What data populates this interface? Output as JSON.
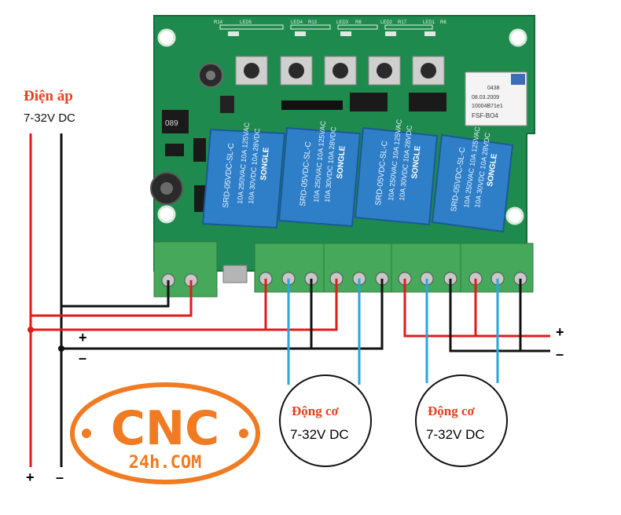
{
  "supply": {
    "title": "Điện áp",
    "range": "7-32V DC",
    "plus_label": "+",
    "minus_label": "–"
  },
  "bus": {
    "plus_label": "+",
    "minus_label": "–"
  },
  "output": {
    "plus_label": "+",
    "minus_label": "–"
  },
  "motors": [
    {
      "title": "Động cơ",
      "range": "7-32V DC"
    },
    {
      "title": "Động cơ",
      "range": "7-32V DC"
    }
  ],
  "board": {
    "relay_text": [
      "SONGLE",
      "SRD-05VDC-SL-C",
      "10A 250VAC 10A 125VAC",
      "10A 30VDC 10A 28VDC"
    ],
    "inductor_text": "089",
    "led_labels": [
      "R14",
      "LED5",
      "LED4",
      "R13",
      "LED3",
      "R8",
      "LED2",
      "R17",
      "LED1",
      "R6"
    ],
    "module_text": [
      "FSF-BO4",
      "10004B71e1",
      "08.03.2009",
      "0438"
    ]
  },
  "logo": {
    "main": "CNC",
    "sub": "24h.COM"
  },
  "colors": {
    "board": "#1f8a4d",
    "board_dark": "#146a38",
    "relay": "#2f7fc8",
    "terminal": "#45a85a",
    "wire_red": "#e01b1b",
    "wire_black": "#111111",
    "wire_blue": "#2aa6dc",
    "logo_orange": "#f07b22",
    "label_red": "#e8401c"
  }
}
